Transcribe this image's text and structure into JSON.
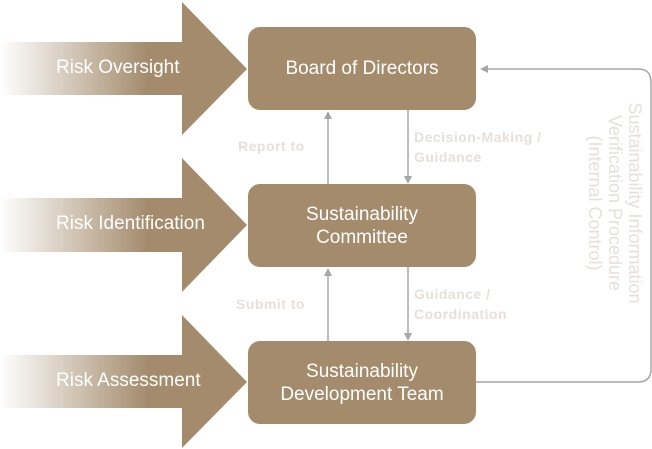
{
  "colors": {
    "brand": "#a38b6c",
    "connector": "#a6a6a6",
    "muted_text": "#e6e0da"
  },
  "risk_arrows": [
    {
      "label": "Risk Oversight"
    },
    {
      "label": "Risk Identification"
    },
    {
      "label": "Risk Assessment"
    }
  ],
  "boxes": {
    "board": "Board of Directors",
    "committee_line1": "Sustainability",
    "committee_line2": "Committee",
    "team_line1": "Sustainability",
    "team_line2": "Development Team"
  },
  "flows": {
    "report_to": "Report to",
    "decision_line1": "Decision-Making /",
    "decision_line2": "Guidance",
    "submit_to": "Submit to",
    "guidance_line1": "Guidance /",
    "guidance_line2": "Coordination"
  },
  "verification": {
    "line1": "Sustainability Information",
    "line2": "Verification Procedure",
    "line3": "(Internal Control)"
  }
}
